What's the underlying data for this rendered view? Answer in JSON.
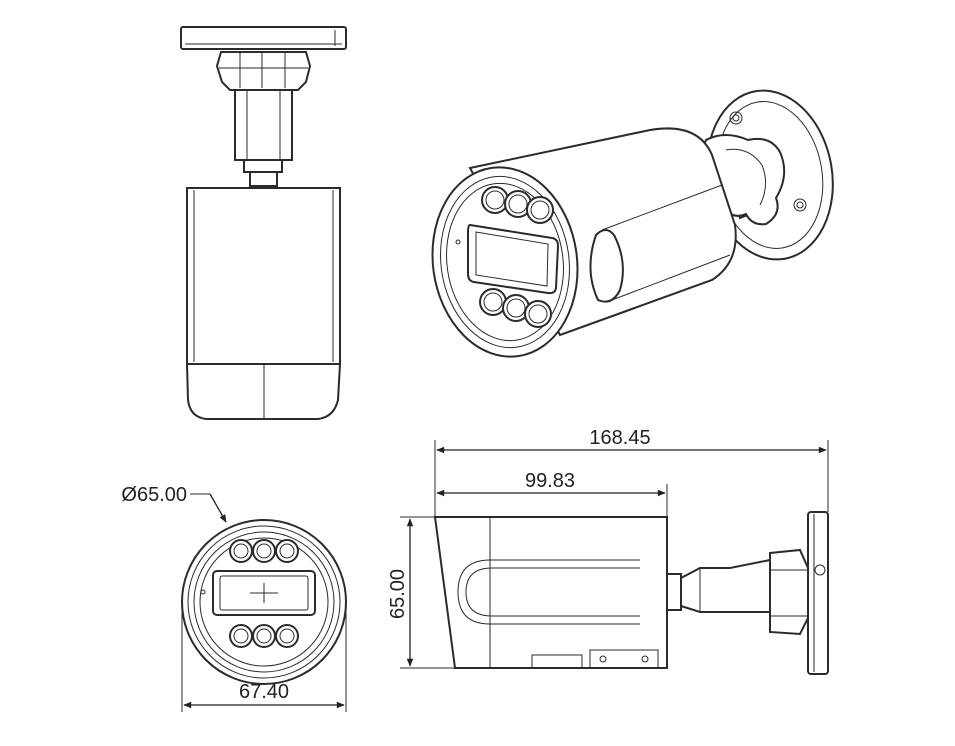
{
  "dimensions": {
    "total_length": "168.45",
    "body_length": "99.83",
    "height": "65.00",
    "width": "67.40",
    "diameter": "Ø65.00"
  },
  "colors": {
    "line": "#2b2b2b",
    "background": "#ffffff"
  }
}
